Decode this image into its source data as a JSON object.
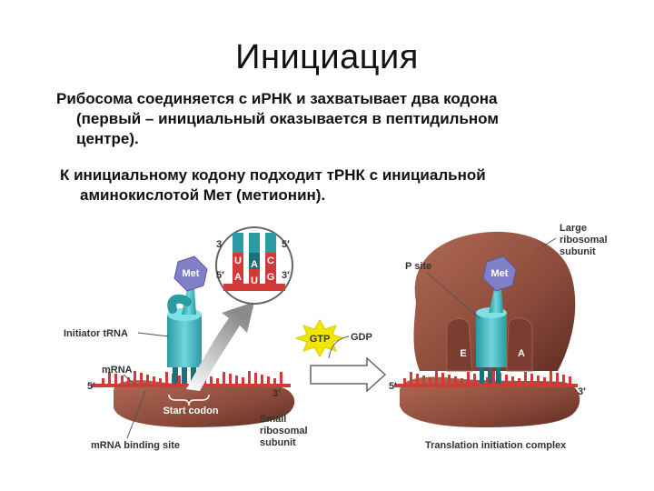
{
  "title": "Инициация",
  "paragraph1": {
    "line1": "Рибосома соединяется с иРНК и захватывает два кодона",
    "line2": "(первый – инициальный оказывается в пептидильном",
    "line3": "центре)."
  },
  "paragraph2": {
    "line1": "К инициальному кодону подходит тРНК с инициальной",
    "line2": "аминокислотой Мет (метионин)."
  },
  "diagram": {
    "met_left": "Met",
    "met_right": "Met",
    "initiator_trna": "Initiator tRNA",
    "mrna": "mRNA",
    "five_prime": "5′",
    "three_prime": "3′",
    "start_codon": "Start codon",
    "mrna_binding_site": "mRNA binding site",
    "small_subunit": [
      "Small",
      "ribosomal",
      "subunit"
    ],
    "large_subunit": [
      "Large",
      "ribosomal",
      "subunit"
    ],
    "p_site": "P site",
    "e_site": "E",
    "a_site": "A",
    "gtp": "GTP",
    "gdp": "GDP",
    "translation_complex": "Translation initiation complex",
    "codon_top": [
      "U",
      "A",
      "C"
    ],
    "codon_bottom": [
      "A",
      "U",
      "G"
    ],
    "num3": "3"
  },
  "colors": {
    "ribosome": "#8b4a3a",
    "trna": "#3fb8c0",
    "met": "#8080c8",
    "mrna": "#d23a3a",
    "gtp": "#f2e600"
  }
}
